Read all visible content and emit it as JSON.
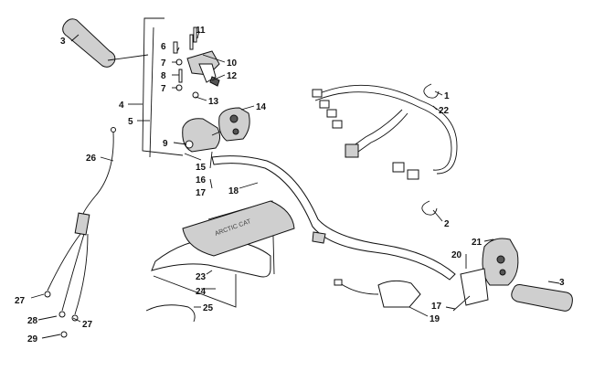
{
  "diagram": {
    "callouts": [
      "1",
      "2",
      "3",
      "3",
      "4",
      "5",
      "6",
      "7",
      "7",
      "8",
      "9",
      "10",
      "11",
      "12",
      "13",
      "14",
      "15",
      "16",
      "17",
      "17",
      "18",
      "19",
      "20",
      "21",
      "22",
      "23",
      "24",
      "25",
      "26",
      "27",
      "27",
      "28",
      "29"
    ]
  }
}
